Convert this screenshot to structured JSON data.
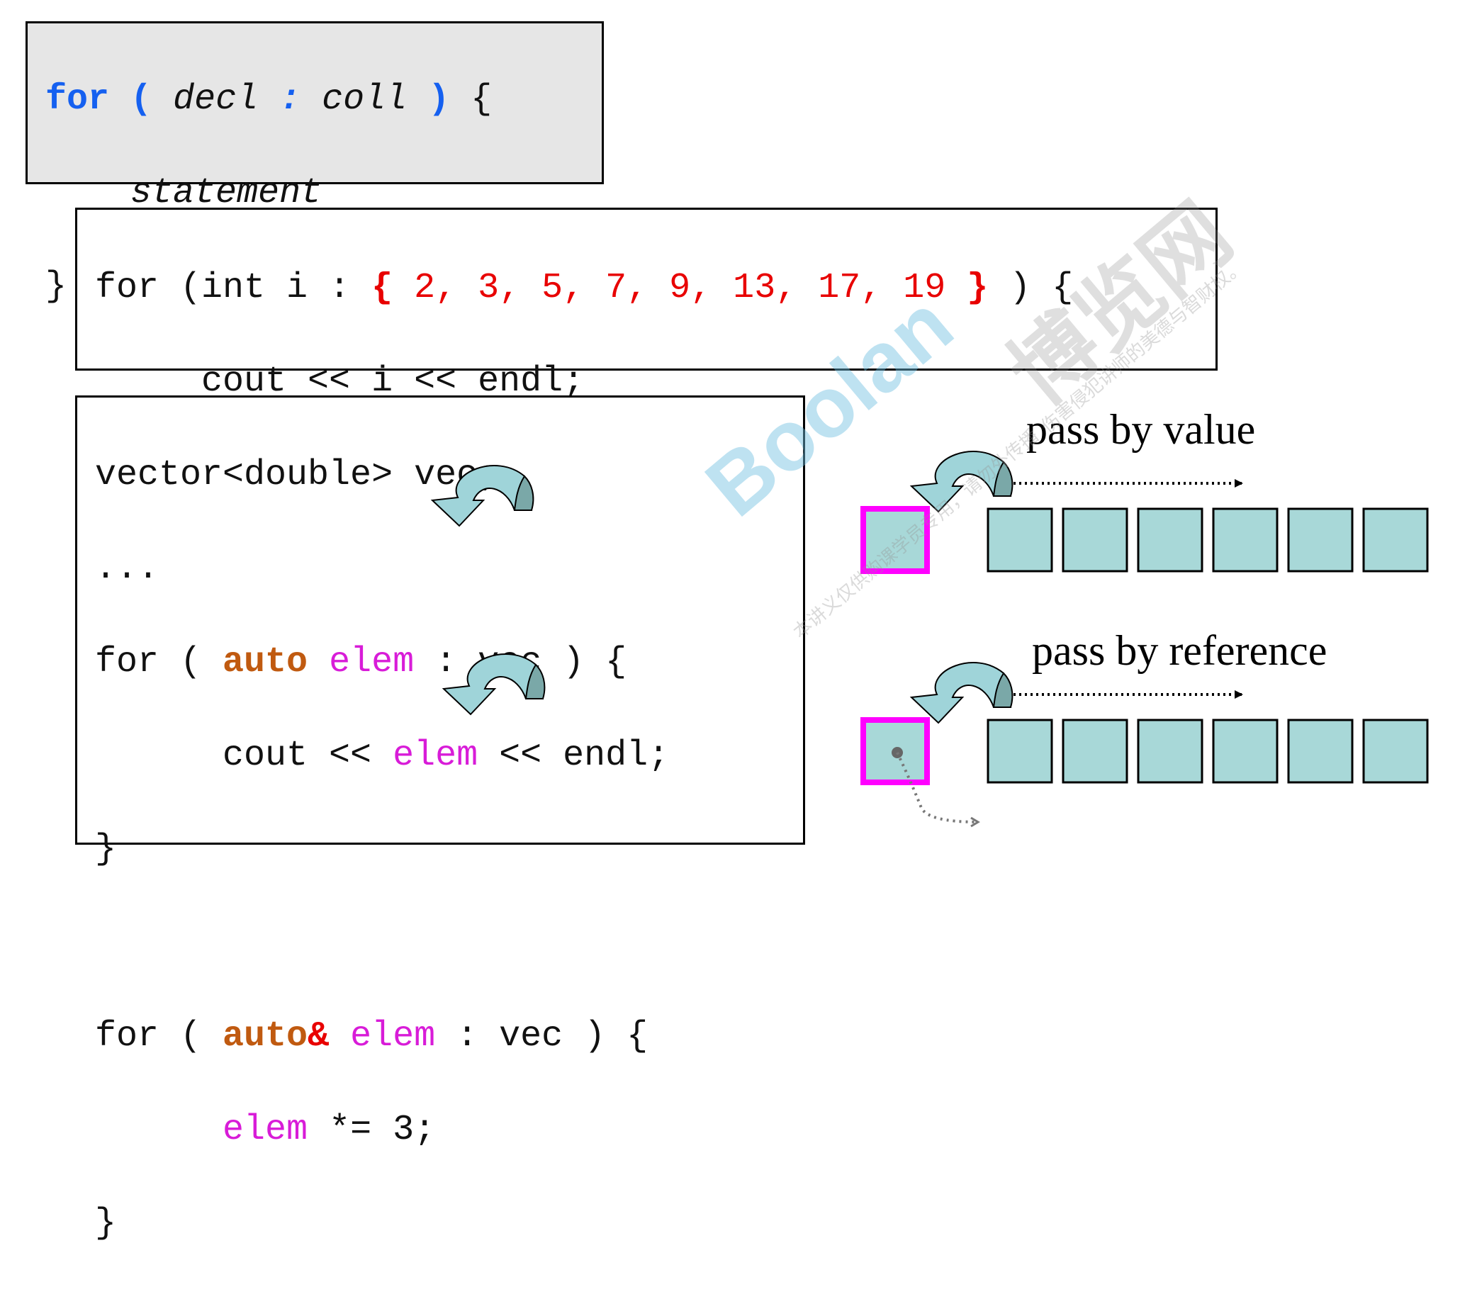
{
  "syntax_box": {
    "line1": {
      "kw": "for",
      "open": "(",
      "decl": "decl",
      "colon": ":",
      "coll": "coll",
      "close": ")",
      "brace": "{"
    },
    "line2": {
      "statement": "statement"
    },
    "line3": {
      "brace": "}"
    }
  },
  "init_list_box": {
    "line1": {
      "prefix": "for (int i : ",
      "open": "{",
      "values": "2, 3, 5, 7, 9, 13, 17, 19",
      "close": "}",
      "suffix": " ) {"
    },
    "line2": {
      "text": "cout << i << endl;"
    },
    "line3": {
      "brace": "}"
    }
  },
  "vector_box": {
    "line1": "vector<double> vec;",
    "line2": "...",
    "line3": {
      "for": "for ( ",
      "auto": "auto",
      "elem": "elem",
      "rest": " : vec ) {"
    },
    "line4": {
      "cout": "cout << ",
      "elem": "elem",
      "rest": " << endl;"
    },
    "line5": "}",
    "line7": {
      "for": "for ( ",
      "auto": "auto",
      "amp": "&",
      "elem": "elem",
      "rest": " : vec ) {"
    },
    "line8": {
      "elem": "elem",
      "rest": " *= 3;"
    },
    "line9": "}"
  },
  "labels": {
    "pass_by_value": "pass by value",
    "pass_by_reference": "pass by reference"
  },
  "watermark": {
    "brand": "Boolan",
    "site": "博览网",
    "line_a": "本讲义仅供购课学员专用，请勿外传播",
    "line_b": "伤害侵犯讲师的美德与智财权。"
  },
  "colors": {
    "keyword_blue": "#1560f0",
    "literal_red": "#e80000",
    "auto_orange": "#c05a10",
    "elem_magenta": "#d81cd8",
    "cell_teal": "#a8d8d8",
    "arrow_teal": "#9fd4d9",
    "highlight_magenta": "#ff00ff"
  },
  "diagram": {
    "value_cell_count": 6,
    "reference_cell_count": 6
  }
}
